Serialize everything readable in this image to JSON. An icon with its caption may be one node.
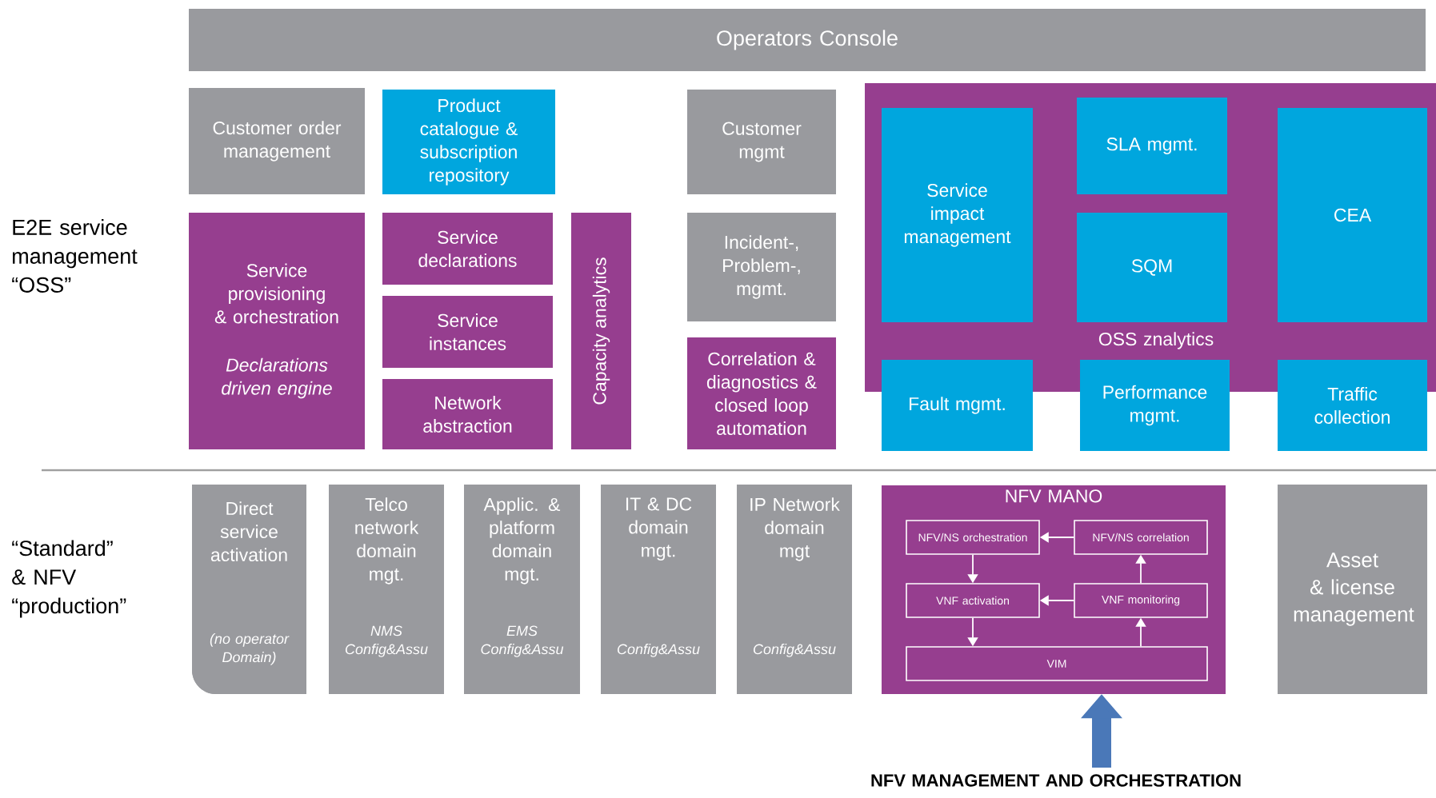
{
  "diagram": {
    "nodes": [
      {
        "text": [
          "Operators Console"
        ]
      },
      {
        "text": [
          "Customer order management"
        ]
      },
      {
        "text": [
          "Product catalogue & subscription repository"
        ]
      },
      {
        "text": [
          "Customer mgmt"
        ]
      },
      {
        "text": [
          "OSS znalytics"
        ]
      },
      {
        "text": [
          "Service impact management"
        ],
        "in": 4
      },
      {
        "text": [
          "SLA mgmt."
        ],
        "in": 4
      },
      {
        "text": [
          "CEA"
        ],
        "in": 4
      },
      {
        "text": [
          "SQM"
        ],
        "in": 4
      },
      {
        "text": [
          "Service provisioning & orchestration",
          "*Declarations driven engine*"
        ]
      },
      {
        "text": [
          "Service declarations"
        ]
      },
      {
        "text": [
          "Capacity analytics"
        ]
      },
      {
        "text": [
          "Incident-, Problem-, mgmt."
        ]
      },
      {
        "text": [
          "Service instances"
        ]
      },
      {
        "text": [
          "Network abstraction"
        ]
      },
      {
        "text": [
          "Correlation & diagnostics & closed loop automation"
        ]
      },
      {
        "text": [
          "Fault mgmt."
        ]
      },
      {
        "text": [
          "Performance mgmt."
        ]
      },
      {
        "text": [
          "Traffic collection"
        ]
      },
      {
        "text": [
          "Direct service activation",
          "*(no operator Domain)*"
        ]
      },
      {
        "text": [
          "Telco network domain mgt.",
          "*NMS Config&Assu*"
        ]
      },
      {
        "text": [
          "Applic. & platform domain mgt.",
          "*EMS Config&Assu*"
        ]
      },
      {
        "text": [
          "IT & DC domain mgt.",
          "*Config&Assu*"
        ]
      },
      {
        "text": [
          "IP Network domain mgt",
          "*Config&Assu*"
        ]
      },
      {
        "text": [
          "NFV MANO"
        ]
      },
      {
        "text": [
          "NFV/NS orchestration"
        ],
        "in": 24
      },
      {
        "text": [
          "NFV/NS correlation"
        ],
        "in": 24
      },
      {
        "text": [
          "VNF activation"
        ],
        "in": 24
      },
      {
        "text": [
          "VNF monitoring"
        ],
        "in": 24
      },
      {
        "text": [
          "VIM"
        ],
        "in": 24
      },
      {
        "text": [
          "Asset & license management"
        ]
      },
      {
        "text": [
          "NFV MANAGEMENT AND ORCHESTRATION"
        ]
      }
    ],
    "edges": [
      {
        "from": 26,
        "to": 25,
        "arrow": "to"
      },
      {
        "from": 25,
        "to": 27,
        "arrow": "to"
      },
      {
        "from": 28,
        "to": 27,
        "arrow": "to"
      },
      {
        "from": 28,
        "to": 26,
        "arrow": "to"
      },
      {
        "from": 27,
        "to": 29,
        "arrow": "to"
      },
      {
        "from": 29,
        "to": 28,
        "arrow": "to"
      },
      {
        "from": 31,
        "to": 24,
        "arrow": "to",
        "style": "thick",
        "color": "#4a78b8"
      }
    ],
    "labels": [
      "E2E service management “OSS”",
      "“Standard” & NFV “production”"
    ]
  }
}
